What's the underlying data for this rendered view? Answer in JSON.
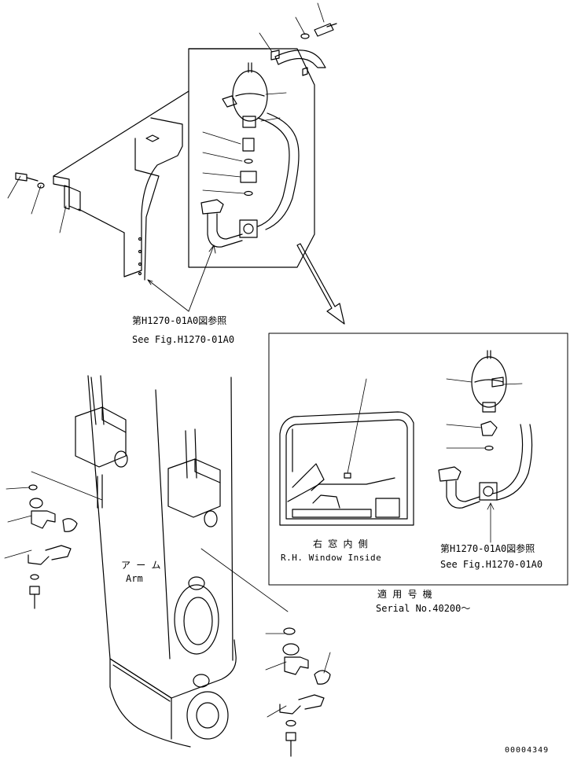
{
  "refs": {
    "upper_ja": "第H1270-01A0図参照",
    "upper_en": "See Fig.H1270-01A0",
    "inset_ja": "第H1270-01A0図参照",
    "inset_en": "See Fig.H1270-01A0"
  },
  "inset": {
    "window_ja": "右 窓 内 側",
    "window_en": "R.H. Window Inside"
  },
  "arm": {
    "ja": "ア ー ム",
    "en": "Arm"
  },
  "serial": {
    "ja": "適 用 号 機",
    "en": "Serial No.40200～"
  },
  "drawing_number": "00004349"
}
